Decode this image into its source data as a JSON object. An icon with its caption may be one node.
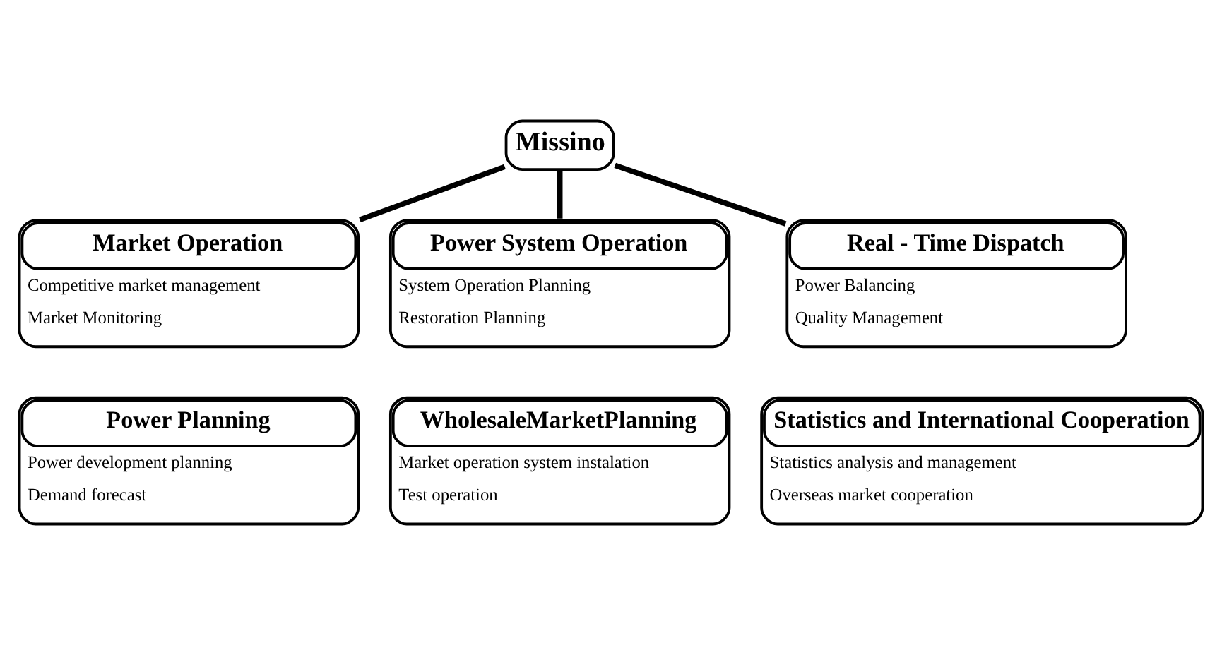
{
  "diagram": {
    "nodes": [
      {
        "text": [
          "Missino"
        ]
      },
      {
        "text": [
          "Market Operation",
          "Competitive market management",
          "Market Monitoring"
        ]
      },
      {
        "text": [
          "Power System Operation",
          "System Operation Planning",
          "Restoration Planning"
        ]
      },
      {
        "text": [
          "Real - Time Dispatch",
          "Power Balancing",
          "Quality Management"
        ]
      },
      {
        "text": [
          "Power Planning",
          "Power development planning",
          "Demand forecast"
        ]
      },
      {
        "text": [
          "WholesaleMarketPlanning",
          "Market operation system instalation",
          "Test operation"
        ]
      },
      {
        "text": [
          "Statistics and International Cooperation",
          "Statistics analysis and management",
          "Overseas market cooperation"
        ]
      }
    ],
    "edges": [
      {
        "from": 0,
        "to": 1,
        "arrow": "none"
      },
      {
        "from": 0,
        "to": 2,
        "arrow": "none"
      },
      {
        "from": 0,
        "to": 3,
        "arrow": "none"
      }
    ]
  }
}
